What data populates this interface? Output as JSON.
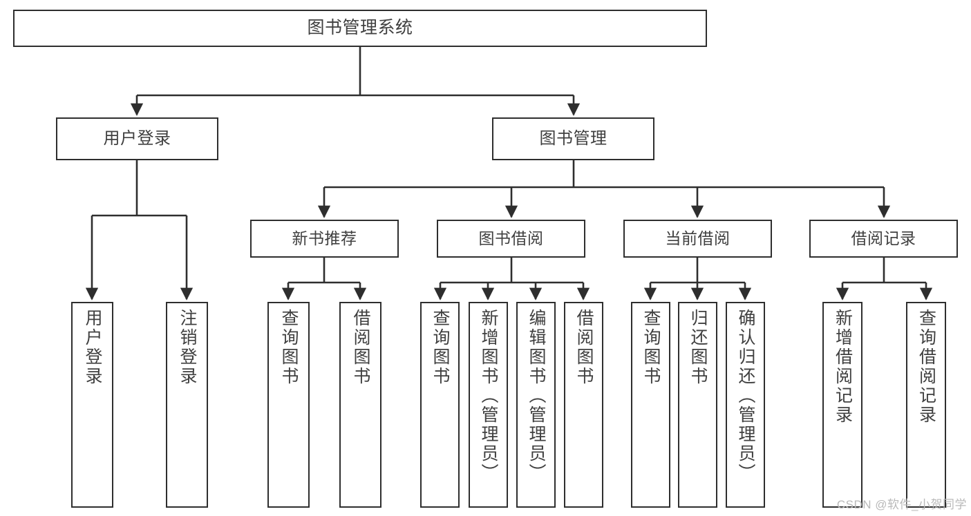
{
  "diagram": {
    "title": "图书管理系统",
    "type": "hierarchy-tree",
    "line_color": "#2e2e2e",
    "text_color": "#3f3f3f",
    "background": "#ffffff",
    "nodes": {
      "root": "图书管理系统",
      "level1": [
        "用户登录",
        "图书管理"
      ],
      "level2": [
        "新书推荐",
        "图书借阅",
        "当前借阅",
        "借阅记录"
      ],
      "leaves_user_login": [
        "用户登录",
        "注销登录"
      ],
      "leaves_new_book": [
        "查询图书",
        "借阅图书"
      ],
      "leaves_borrow": [
        "查询图书",
        "新增图书（管理员）",
        "编辑图书（管理员）",
        "借阅图书"
      ],
      "leaves_current": [
        "查询图书",
        "归还图书",
        "确认归还（管理员）"
      ],
      "leaves_record": [
        "新增借阅记录",
        "查询借阅记录"
      ]
    }
  },
  "watermark": {
    "text": "CSDN @软件_小贺同学"
  }
}
